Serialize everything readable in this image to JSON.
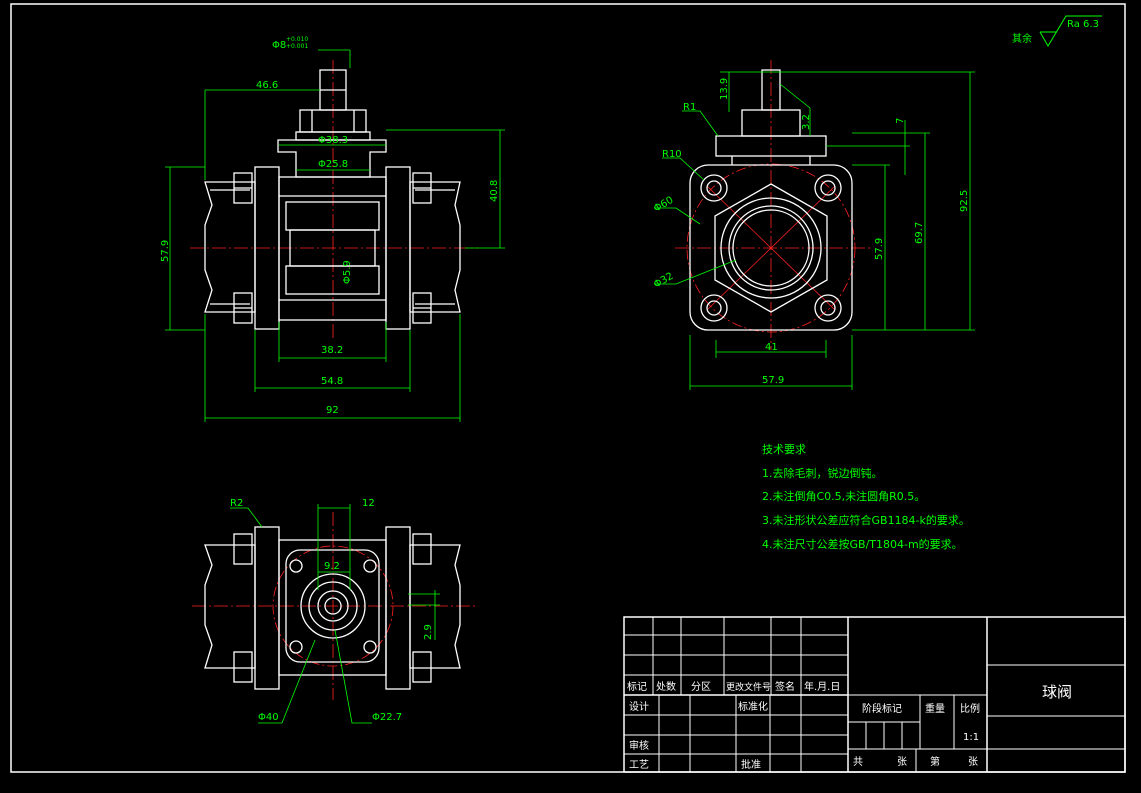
{
  "roughness": {
    "label": "其余",
    "value": "Ra 6.3"
  },
  "tech_requirements": {
    "title": "技术要求",
    "items": [
      "1.去除毛刺，锐边倒钝。",
      "2.未注倒角C0.5,未注圆角R0.5。",
      "3.未注形状公差应符合GB1184-k的要求。",
      "4.未注尺寸公差按GB/T1804-m的要求。"
    ]
  },
  "front_view": {
    "dims": {
      "stem_dia": "Φ8",
      "stem_tol_upper": "+0.010",
      "stem_tol_lower": "+0.001",
      "d46_6": "46.6",
      "d38_3": "Φ38.3",
      "d25_8": "Φ25.8",
      "d40_8": "40.8",
      "d57_9": "57.9",
      "d5_9": "Φ5.9",
      "d38_2": "38.2",
      "d54_8": "54.8",
      "d92": "92"
    }
  },
  "side_view": {
    "dims": {
      "r1": "R1",
      "r10": "R10",
      "d13_9": "13.9",
      "d3_2": "3.2",
      "d7": "7",
      "d92_5": "92.5",
      "d69_7": "69.7",
      "d57_9": "57.9",
      "d60": "Φ60",
      "d32": "Φ32",
      "d41": "41",
      "d57_9b": "57.9"
    }
  },
  "top_view": {
    "dims": {
      "r2": "R2",
      "d12": "12",
      "d9_2": "9.2",
      "d2_9": "2.9",
      "d40": "Φ40",
      "d22_7": "Φ22.7"
    }
  },
  "title_block": {
    "part_name": "球阀",
    "row_headers": [
      "标记",
      "处数",
      "分区",
      "更改文件号",
      "签名",
      "年.月.日"
    ],
    "design": "设计",
    "standardize": "标准化",
    "review": "审核",
    "process": "工艺",
    "approve": "批准",
    "stage_mark": "阶段标记",
    "weight": "重量",
    "scale": "比例",
    "scale_value": "1:1",
    "total": "共",
    "sheet_unit1": "张",
    "sheet_no": "第",
    "sheet_unit2": "张"
  },
  "colors": {
    "outline": "#ffffff",
    "dimension": "#00ff00",
    "center": "#ff2020",
    "background": "#000000"
  }
}
